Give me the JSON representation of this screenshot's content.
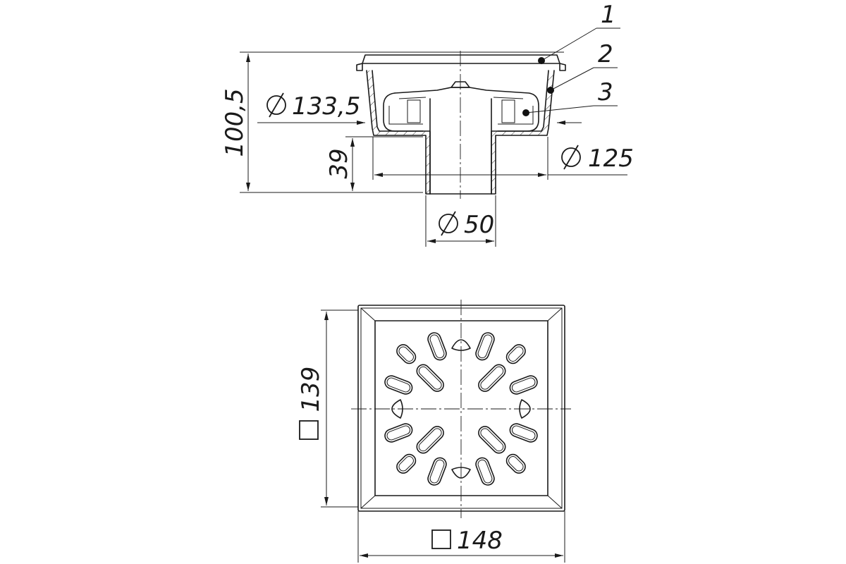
{
  "dimensions": {
    "overall_height": "100,5",
    "flange_diameter": "133,5",
    "body_diameter": "125",
    "outlet_height": "39",
    "outlet_diameter": "50",
    "grate_inner_size": "139",
    "grate_outer_size": "148"
  },
  "callouts": {
    "part_1": "1",
    "part_2": "2",
    "part_3": "3"
  }
}
